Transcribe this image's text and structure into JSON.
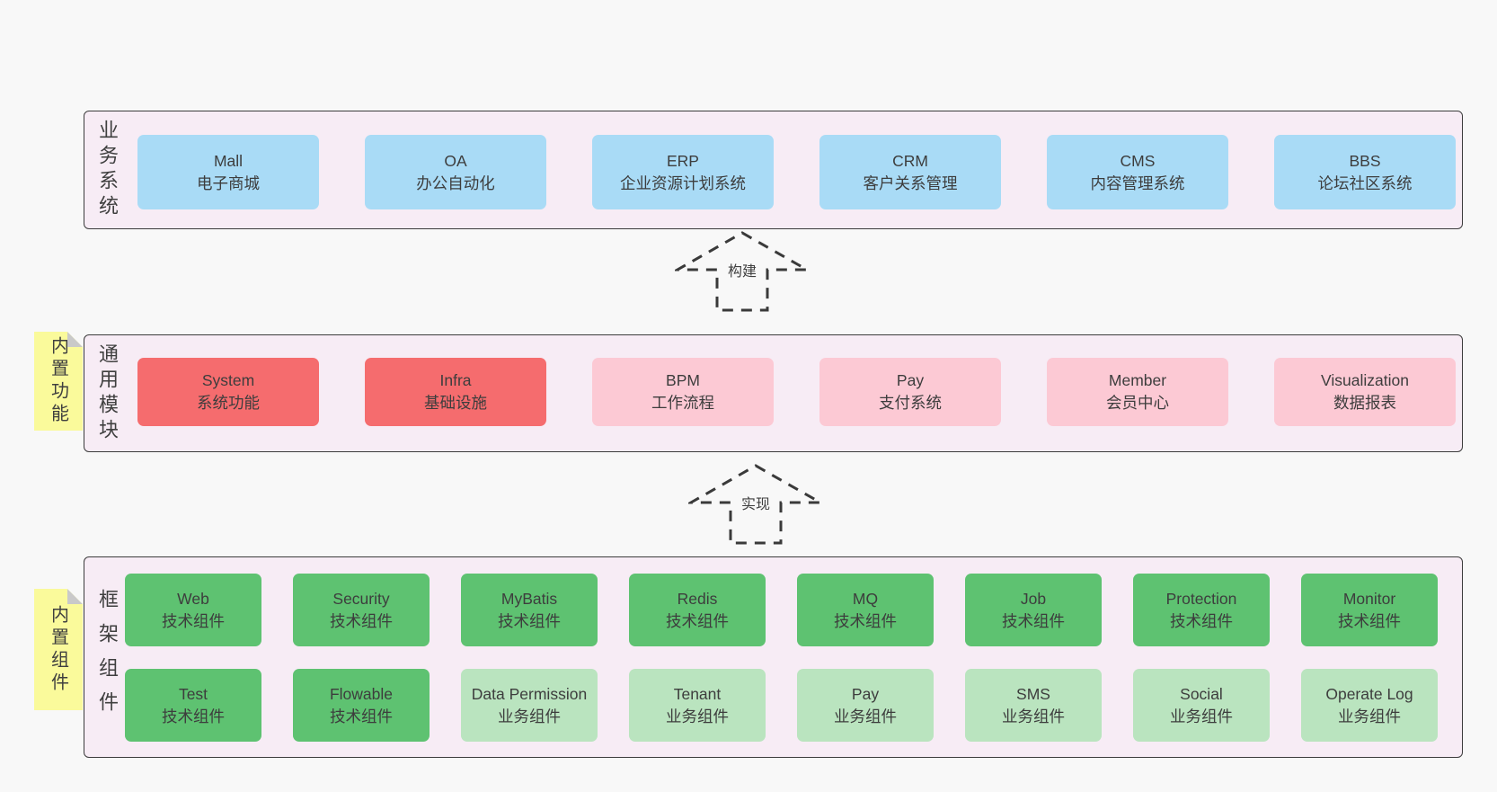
{
  "colors": {
    "page_bg": "#f8f8f8",
    "band_bg": "#f7ecf5",
    "band_border": "#3c3c3c",
    "blue": "#a9dbf6",
    "red": "#f56c6e",
    "pink": "#fcc9d4",
    "green": "#5ec271",
    "light_green": "#bae4bf",
    "sticky": "#fafa9b",
    "sticky_fold": "#c9c9c9",
    "text": "#3a3a3a"
  },
  "arrows": [
    {
      "label": "构建"
    },
    {
      "label": "实现"
    }
  ],
  "bands": [
    {
      "label": "业务系统",
      "boxes": [
        {
          "title": "Mall",
          "subtitle": "电子商城"
        },
        {
          "title": "OA",
          "subtitle": "办公自动化"
        },
        {
          "title": "ERP",
          "subtitle": "企业资源计划系统"
        },
        {
          "title": "CRM",
          "subtitle": "客户关系管理"
        },
        {
          "title": "CMS",
          "subtitle": "内容管理系统"
        },
        {
          "title": "BBS",
          "subtitle": "论坛社区系统"
        }
      ]
    },
    {
      "label": "通用模块",
      "sticky": "内置功能",
      "boxes": [
        {
          "title": "System",
          "subtitle": "系统功能"
        },
        {
          "title": "Infra",
          "subtitle": "基础设施"
        },
        {
          "title": "BPM",
          "subtitle": "工作流程"
        },
        {
          "title": "Pay",
          "subtitle": "支付系统"
        },
        {
          "title": "Member",
          "subtitle": "会员中心"
        },
        {
          "title": "Visualization",
          "subtitle": "数据报表"
        }
      ]
    },
    {
      "label": "框架组件",
      "sticky": "内置组件",
      "rows": [
        [
          {
            "title": "Web",
            "subtitle": "技术组件"
          },
          {
            "title": "Security",
            "subtitle": "技术组件"
          },
          {
            "title": "MyBatis",
            "subtitle": "技术组件"
          },
          {
            "title": "Redis",
            "subtitle": "技术组件"
          },
          {
            "title": "MQ",
            "subtitle": "技术组件"
          },
          {
            "title": "Job",
            "subtitle": "技术组件"
          },
          {
            "title": "Protection",
            "subtitle": "技术组件"
          },
          {
            "title": "Monitor",
            "subtitle": "技术组件"
          }
        ],
        [
          {
            "title": "Test",
            "subtitle": "技术组件"
          },
          {
            "title": "Flowable",
            "subtitle": "技术组件"
          },
          {
            "title": "Data Permission",
            "subtitle": "业务组件"
          },
          {
            "title": "Tenant",
            "subtitle": "业务组件"
          },
          {
            "title": "Pay",
            "subtitle": "业务组件"
          },
          {
            "title": "SMS",
            "subtitle": "业务组件"
          },
          {
            "title": "Social",
            "subtitle": "业务组件"
          },
          {
            "title": "Operate Log",
            "subtitle": "业务组件"
          }
        ]
      ]
    }
  ]
}
